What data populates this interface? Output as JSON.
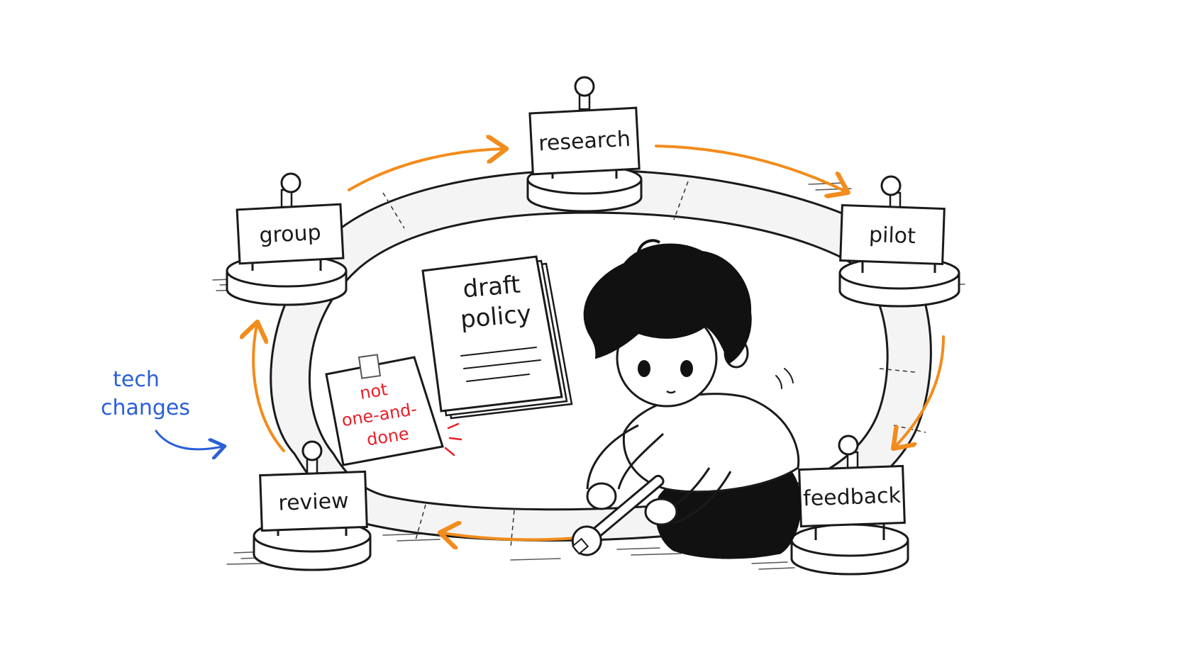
{
  "diagram": {
    "stations": {
      "research": "research",
      "pilot": "pilot",
      "feedback": "feedback",
      "review": "review",
      "group": "group"
    },
    "document": {
      "line1": "draft",
      "line2": "policy"
    },
    "sticky_note": {
      "line1": "not",
      "line2": "one-and-",
      "line3": "done"
    },
    "side_note": {
      "line1": "tech",
      "line2": "changes"
    },
    "colors": {
      "cycle_arrow": "#f28c1c",
      "side_note": "#2a5fd8",
      "sticky_note_text": "#e8202a",
      "ink": "#1a1a1a",
      "track_fill": "#f4f4f4"
    }
  }
}
